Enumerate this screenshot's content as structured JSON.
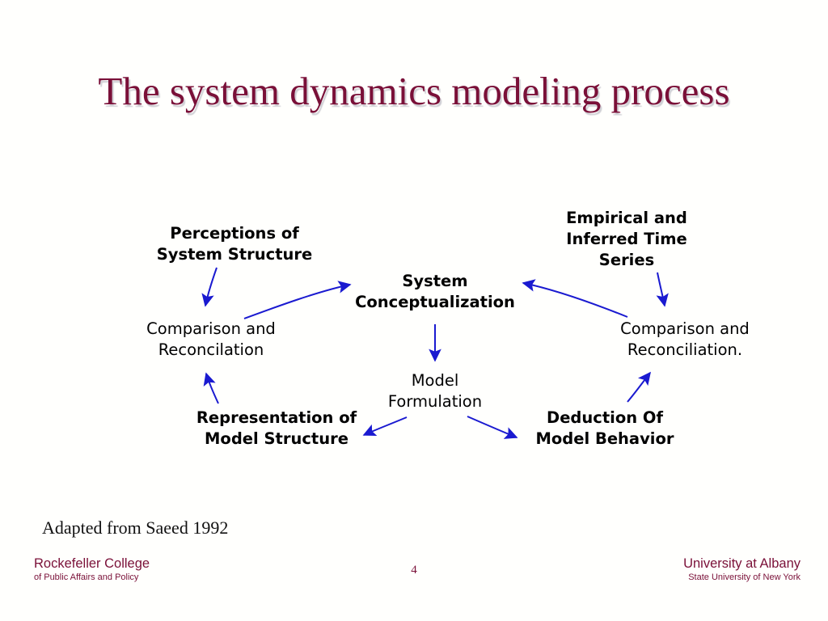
{
  "slide": {
    "title": "The system dynamics modeling process",
    "title_color": "#7a1038",
    "background_color": "#fffffd",
    "page_number": "4",
    "source_note": "Adapted from Saeed 1992"
  },
  "diagram": {
    "arrow_color": "#1a1ad0",
    "nodes": [
      {
        "id": "perceptions",
        "label": "Perceptions of\nSystem Structure",
        "weight": "bold"
      },
      {
        "id": "empirical",
        "label": "Empirical and\nInferred Time\nSeries",
        "weight": "bold"
      },
      {
        "id": "sysconcept",
        "label": "System\nConceptualization",
        "weight": "bold"
      },
      {
        "id": "compare_left",
        "label": "Comparison and\nReconcilation",
        "weight": "regular"
      },
      {
        "id": "compare_right",
        "label": "Comparison and\nReconciliation.",
        "weight": "regular"
      },
      {
        "id": "modelform",
        "label": "Model\nFormulation",
        "weight": "regular"
      },
      {
        "id": "representation",
        "label": "Representation of\nModel Structure",
        "weight": "bold"
      },
      {
        "id": "deduction",
        "label": "Deduction Of\nModel Behavior",
        "weight": "bold"
      }
    ],
    "edges": [
      {
        "from": "perceptions",
        "to": "compare_left",
        "style": "curved"
      },
      {
        "from": "compare_left",
        "to": "sysconcept",
        "style": "curved"
      },
      {
        "from": "sysconcept",
        "to": "modelform",
        "style": "straight"
      },
      {
        "from": "modelform",
        "to": "representation",
        "style": "curved"
      },
      {
        "from": "modelform",
        "to": "deduction",
        "style": "curved"
      },
      {
        "from": "representation",
        "to": "compare_left",
        "style": "straight"
      },
      {
        "from": "empirical",
        "to": "compare_right",
        "style": "straight"
      },
      {
        "from": "compare_right",
        "to": "sysconcept",
        "style": "curved"
      },
      {
        "from": "deduction",
        "to": "compare_right",
        "style": "straight"
      }
    ]
  },
  "footer": {
    "left_line1": "Rockefeller College",
    "left_line2": "of Public Affairs and Policy",
    "right_line1": "University at Albany",
    "right_line2": "State University of New York",
    "color": "#7a1038"
  }
}
